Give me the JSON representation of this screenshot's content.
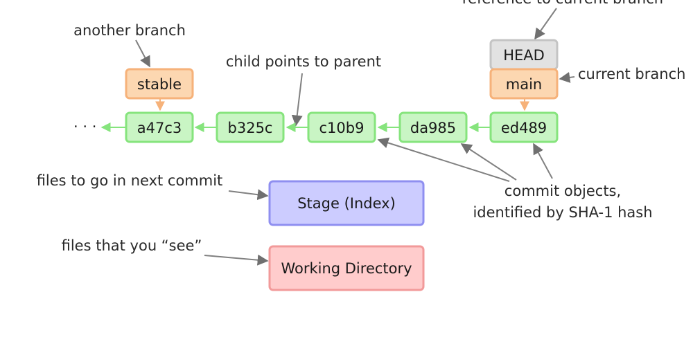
{
  "annotations": {
    "head_ref": "reference to current branch",
    "another_branch": "another branch",
    "child_parent": "child points to parent",
    "current_branch": "current branch",
    "files_next_commit": "files to go in next commit",
    "files_see": "files that you “see”",
    "commit_objects_line1": "commit objects,",
    "commit_objects_line2": "identified by SHA-1 hash"
  },
  "refs": {
    "head": "HEAD",
    "main": "main",
    "stable": "stable"
  },
  "commits": [
    "a47c3",
    "b325c",
    "c10b9",
    "da985",
    "ed489"
  ],
  "ellipsis": "· · ·",
  "areas": {
    "stage": "Stage (Index)",
    "working": "Working Directory"
  },
  "colors": {
    "commit_fill": "#c9f5c4",
    "commit_stroke": "#86e47d",
    "branch_fill": "#fcd7b1",
    "branch_stroke": "#f6b27a",
    "head_fill": "#e2e2e2",
    "head_stroke": "#c4c4c4",
    "stage_fill": "#ccccff",
    "stage_stroke": "#8f8ff0",
    "working_fill": "#ffcccc",
    "working_stroke": "#f29a9a",
    "pointer": "#808080"
  }
}
